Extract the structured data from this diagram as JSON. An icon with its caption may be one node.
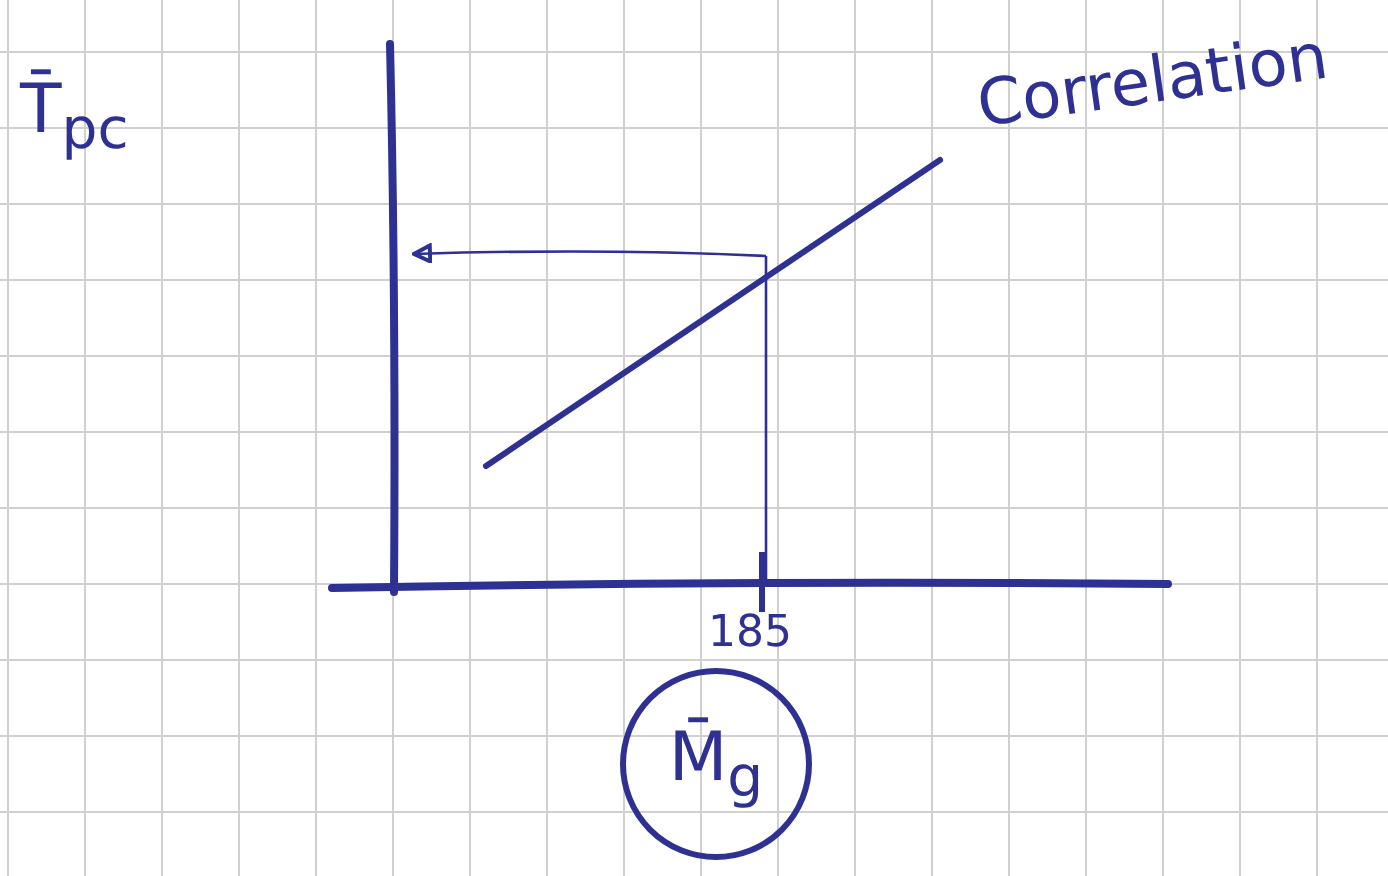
{
  "diagram": {
    "nodes": [
      {
        "text": [
          "M̄$_{g}$"
        ]
      }
    ],
    "labels": [
      "T̄$_{pc}$",
      "Correlation",
      "185"
    ]
  }
}
